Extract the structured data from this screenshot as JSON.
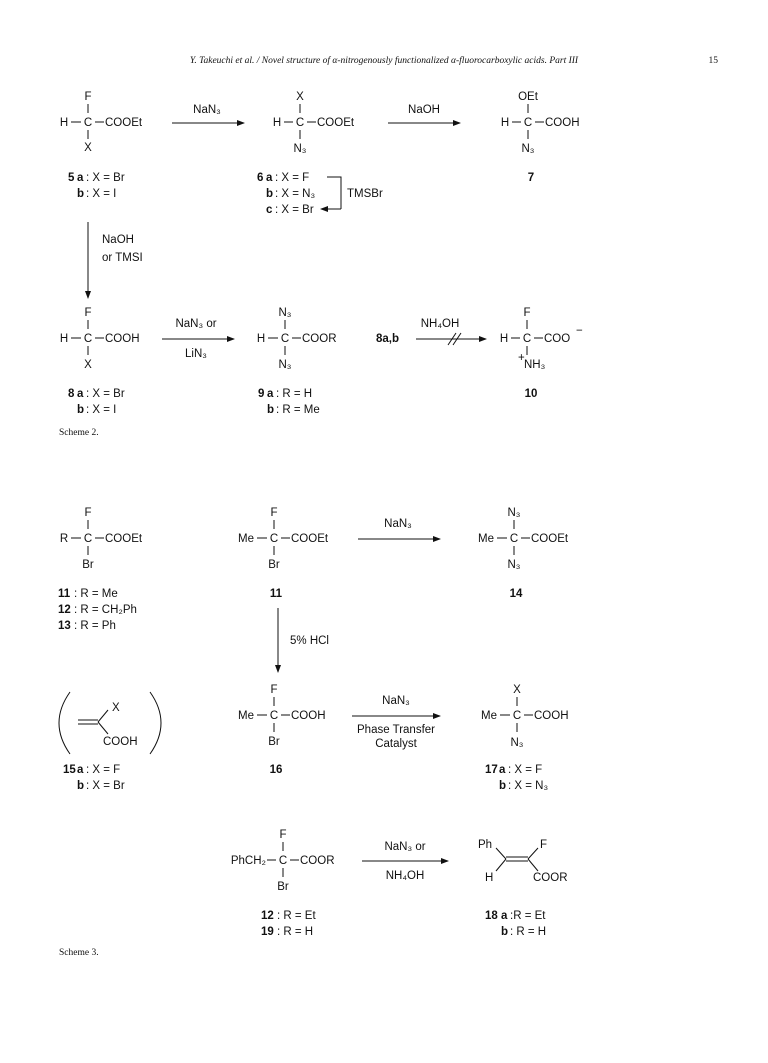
{
  "header": {
    "title": "Y. Takeuchi et al. / Novel structure of α-nitrogenously functionalized α-fluorocarboxylic acids. Part III",
    "page_number": "15"
  },
  "scheme2": {
    "caption": "Scheme 2.",
    "c5": {
      "top": "F",
      "left": "H",
      "right": "COOEt",
      "bottom": "X",
      "label_num": "5",
      "label_a": "a",
      "label_a_text": ": X = Br",
      "label_b": "b",
      "label_b_text": ": X = I"
    },
    "r1": "NaN₃",
    "c6": {
      "top": "X",
      "left": "H",
      "right": "COOEt",
      "bottom": "N₃",
      "label_num": "6",
      "label_a": "a",
      "label_a_text": ": X = F",
      "label_b": "b",
      "label_b_text": ": X = N₃",
      "label_c": "c",
      "label_c_text": ": X = Br",
      "tmsbr": "TMSBr"
    },
    "r2": "NaOH",
    "c7": {
      "top": "OEt",
      "left": "H",
      "right": "COOH",
      "bottom": "N₃",
      "label_num": "7"
    },
    "r3_line1": "NaOH",
    "r3_line2": "or TMSI",
    "c8": {
      "top": "F",
      "left": "H",
      "right": "COOH",
      "bottom": "X",
      "label_num": "8",
      "label_a": "a",
      "label_a_text": ": X = Br",
      "label_b": "b",
      "label_b_text": ": X = I"
    },
    "r4_above": "NaN₃ or",
    "r4_below": "LiN₃",
    "c9": {
      "top": "N₃",
      "left": "H",
      "right": "COOR",
      "bottom": "N₃",
      "label_num": "9",
      "label_a": "a",
      "label_a_text": ": R = H",
      "label_b": "b",
      "label_b_text": ": R = Me"
    },
    "c8ab": "8a,b",
    "r5": "NH₄OH",
    "c10": {
      "top": "F",
      "left": "H",
      "right": "COO",
      "right_charge": "−",
      "bottom": "NH₃",
      "bottom_charge": "+",
      "label_num": "10"
    }
  },
  "scheme3": {
    "caption": "Scheme 3.",
    "c11g": {
      "top": "F",
      "left": "R",
      "right": "COOEt",
      "bottom": "Br",
      "l11": "11",
      "l11_text": ": R = Me",
      "l12": "12",
      "l12_text": ": R = CH₂Ph",
      "l13": "13",
      "l13_text": ": R = Ph"
    },
    "c11": {
      "top": "F",
      "left": "Me",
      "right": "COOEt",
      "bottom": "Br",
      "label_num": "11"
    },
    "r1": "NaN₃",
    "c14": {
      "top": "N₃",
      "left": "Me",
      "right": "COOEt",
      "bottom": "N₃",
      "label_num": "14"
    },
    "r2": "5% HCl",
    "c15": {
      "x": "X",
      "acid": "COOH",
      "label_num": "15",
      "label_a": "a",
      "label_a_text": ": X = F",
      "label_b": "b",
      "label_b_text": ": X = Br"
    },
    "c16": {
      "top": "F",
      "left": "Me",
      "right": "COOH",
      "bottom": "Br",
      "label_num": "16"
    },
    "r3_above": "NaN₃",
    "r3_below1": "Phase Transfer",
    "r3_below2": "Catalyst",
    "c17": {
      "top": "X",
      "left": "Me",
      "right": "COOH",
      "bottom": "N₃",
      "label_num": "17",
      "label_a": "a",
      "label_a_text": ": X = F",
      "label_b": "b",
      "label_b_text": ": X = N₃"
    },
    "c12": {
      "top": "F",
      "left": "PhCH₂",
      "right": "COOR",
      "bottom": "Br",
      "l12": "12",
      "l12_text": ": R = Et",
      "l19": "19",
      "l19_text": ": R = H"
    },
    "r4_above": "NaN₃ or",
    "r4_below": "NH₄OH",
    "c18": {
      "ph": "Ph",
      "f": "F",
      "h": "H",
      "acid": "COOR",
      "label_num": "18",
      "label_a": "a",
      "label_a_text": ":R = Et",
      "label_b": "b",
      "label_b_text": ": R = H"
    }
  }
}
